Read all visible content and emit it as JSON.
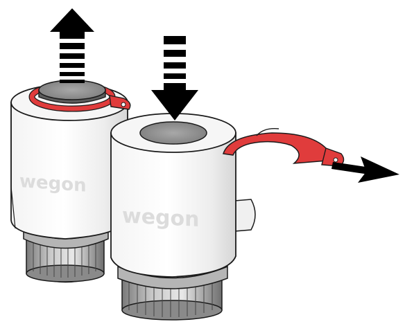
{
  "illustration": {
    "colors": {
      "body_white": "#ffffff",
      "body_shade": "#e6e6e6",
      "outline": "#1a1a1a",
      "cap_gray": "#8c8c8c",
      "ring_red": "#e03c3c",
      "logo_gray": "#d8d8d8",
      "arrow": "#000000"
    },
    "actuators": [
      {
        "brand": "wegon",
        "cap_state": "up",
        "ring_state": "attached"
      },
      {
        "brand": "wegon",
        "cap_state": "pressed",
        "ring_state": "removed"
      }
    ],
    "arrows": [
      {
        "direction": "up",
        "style": "dashed-shaft"
      },
      {
        "direction": "down",
        "style": "dashed-shaft"
      },
      {
        "direction": "right",
        "style": "solid"
      }
    ]
  }
}
